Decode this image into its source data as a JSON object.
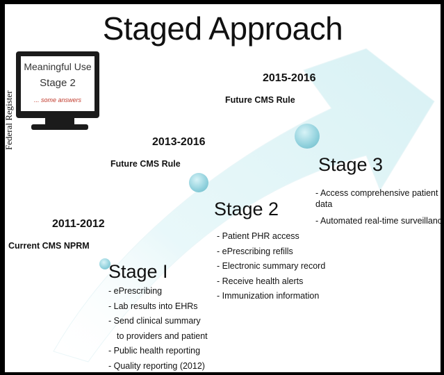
{
  "title": "Staged Approach",
  "side_text": "Federal Register",
  "monitor": {
    "line1": "Meaningful Use",
    "line2": "Stage 2",
    "line3": "... some answers"
  },
  "stages": [
    {
      "years": "2011-2012",
      "rule": "Current CMS NPRM",
      "name": "Stage I",
      "items": [
        "- ePrescribing",
        "- Lab results into EHRs",
        "- Send clinical summary",
        "   to providers and patient",
        "- Public health reporting",
        "- Quality reporting (2012)"
      ]
    },
    {
      "years": "2013-2016",
      "rule": "Future CMS Rule",
      "name": "Stage 2",
      "items": [
        "- Patient PHR access",
        "- ePrescribing refills",
        "- Electronic summary record",
        "- Receive health alerts",
        "- Immunization information"
      ]
    },
    {
      "years": "2015-2016",
      "rule": "Future CMS Rule",
      "name": "Stage 3",
      "items": [
        "- Access comprehensive patient data",
        " - Automated real-time surveillance"
      ]
    }
  ],
  "colors": {
    "background": "#000000",
    "panel": "#ffffff",
    "arrow_fill": "#e3f6f8",
    "dot": "#8fd0dc"
  }
}
